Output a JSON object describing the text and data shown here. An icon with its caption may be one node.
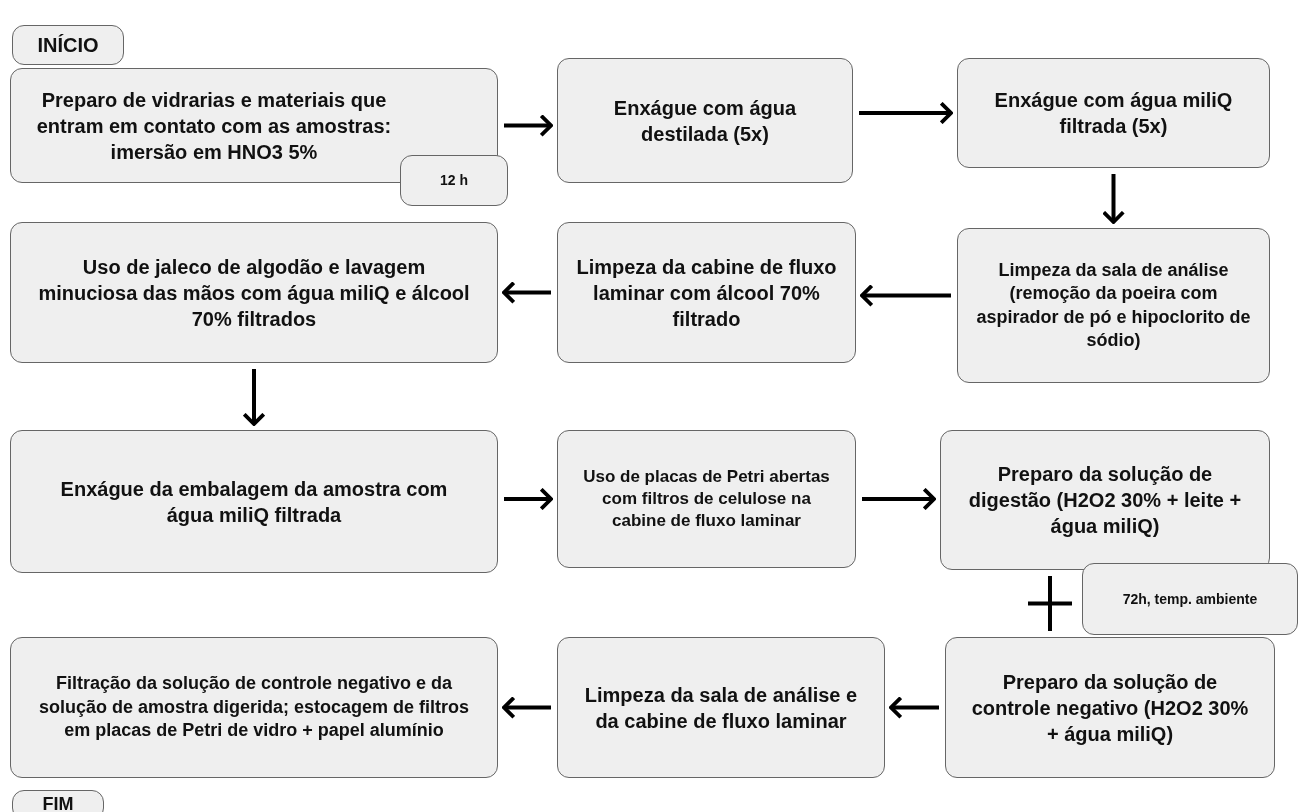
{
  "diagram": {
    "nodes": [
      {
        "text": [
          "INÍCIO"
        ]
      },
      {
        "text": [
          "Preparo de vidrarias e materiais que entram em contato com as amostras: imersão em HNO3 5%"
        ]
      },
      {
        "text": [
          "12 h"
        ]
      },
      {
        "text": [
          "Enxágue com água destilada (5x)"
        ]
      },
      {
        "text": [
          "Enxágue com água miliQ filtrada (5x)"
        ]
      },
      {
        "text": [
          "Limpeza da sala de análise (remoção da poeira com aspirador de pó e hipoclorito de sódio)"
        ]
      },
      {
        "text": [
          "Limpeza da cabine de fluxo laminar com álcool 70% filtrado"
        ]
      },
      {
        "text": [
          "Uso de jaleco de algodão e lavagem minuciosa das mãos com água miliQ e álcool 70% filtrados"
        ]
      },
      {
        "text": [
          "Enxágue da embalagem da amostra com água miliQ filtrada"
        ]
      },
      {
        "text": [
          "Uso de placas de Petri abertas com filtros de celulose na cabine de fluxo laminar"
        ]
      },
      {
        "text": [
          "Preparo da solução de digestão (H2O2 30% + leite + água miliQ)"
        ]
      },
      {
        "text": [
          "72h, temp. ambiente"
        ]
      },
      {
        "text": [
          "Preparo da solução de controle negativo (H2O2 30% + água miliQ)"
        ]
      },
      {
        "text": [
          "Limpeza da sala de análise e da cabine de fluxo laminar"
        ]
      },
      {
        "text": [
          "Filtração da solução de controle negativo e da solução de amostra digerida; estocagem de filtros em placas de Petri de vidro + papel alumínio"
        ]
      },
      {
        "text": [
          "FIM"
        ]
      }
    ],
    "edges": [
      {
        "from": 1,
        "to": 3,
        "arrow": "to"
      },
      {
        "from": 3,
        "to": 4,
        "arrow": "to"
      },
      {
        "from": 4,
        "to": 5,
        "arrow": "to"
      },
      {
        "from": 5,
        "to": 6,
        "arrow": "to"
      },
      {
        "from": 6,
        "to": 7,
        "arrow": "to"
      },
      {
        "from": 7,
        "to": 8,
        "arrow": "to"
      },
      {
        "from": 8,
        "to": 9,
        "arrow": "to"
      },
      {
        "from": 9,
        "to": 10,
        "arrow": "to"
      },
      {
        "from": 10,
        "to": 12,
        "arrow": "none"
      },
      {
        "from": 12,
        "to": 13,
        "arrow": "to"
      },
      {
        "from": 13,
        "to": 14,
        "arrow": "to"
      }
    ]
  }
}
